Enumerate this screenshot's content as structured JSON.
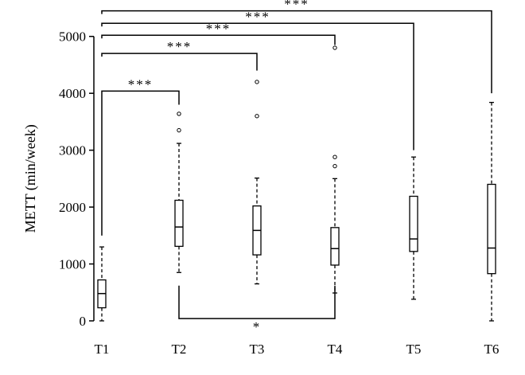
{
  "chart_data": {
    "type": "boxplot",
    "ylabel": "METT (min/week)",
    "ylim": [
      0,
      5500
    ],
    "yticks": [
      0,
      1000,
      2000,
      3000,
      4000,
      5000
    ],
    "categories": [
      "T1",
      "T2",
      "T3",
      "T4",
      "T5",
      "T6"
    ],
    "boxes": [
      {
        "label": "T1",
        "whisker_low": 0,
        "q1": 230,
        "median": 480,
        "q3": 720,
        "whisker_high": 1300,
        "outliers": []
      },
      {
        "label": "T2",
        "whisker_low": 850,
        "q1": 1310,
        "median": 1650,
        "q3": 2120,
        "whisker_high": 3120,
        "outliers": [
          3350,
          3640
        ]
      },
      {
        "label": "T3",
        "whisker_low": 650,
        "q1": 1160,
        "median": 1590,
        "q3": 2020,
        "whisker_high": 2510,
        "outliers": [
          3600,
          4200
        ]
      },
      {
        "label": "T4",
        "whisker_low": 490,
        "q1": 980,
        "median": 1270,
        "q3": 1640,
        "whisker_high": 2500,
        "outliers": [
          2720,
          2880,
          4800
        ]
      },
      {
        "label": "T5",
        "whisker_low": 380,
        "q1": 1220,
        "median": 1440,
        "q3": 2190,
        "whisker_high": 2880,
        "outliers": []
      },
      {
        "label": "T6",
        "whisker_low": 0,
        "q1": 830,
        "median": 1280,
        "q3": 2400,
        "whisker_high": 3840,
        "outliers": []
      }
    ],
    "significance": [
      {
        "from": "T1",
        "to": "T2",
        "label": "***",
        "y": 4040,
        "end_y": 3800
      },
      {
        "from": "T1",
        "to": "T3",
        "label": "***",
        "y": 4700,
        "end_y": 4400
      },
      {
        "from": "T1",
        "to": "T4",
        "label": "***",
        "y": 5020,
        "end_y": 4850
      },
      {
        "from": "T1",
        "to": "T5",
        "label": "***",
        "y": 5230,
        "end_y": 3000
      },
      {
        "from": "T1",
        "to": "T6",
        "label": "***",
        "y": 5450,
        "end_y": 4000
      },
      {
        "from": "T2",
        "to": "T4",
        "label": "*",
        "y": 40,
        "end_y": 620,
        "below": true
      }
    ]
  }
}
